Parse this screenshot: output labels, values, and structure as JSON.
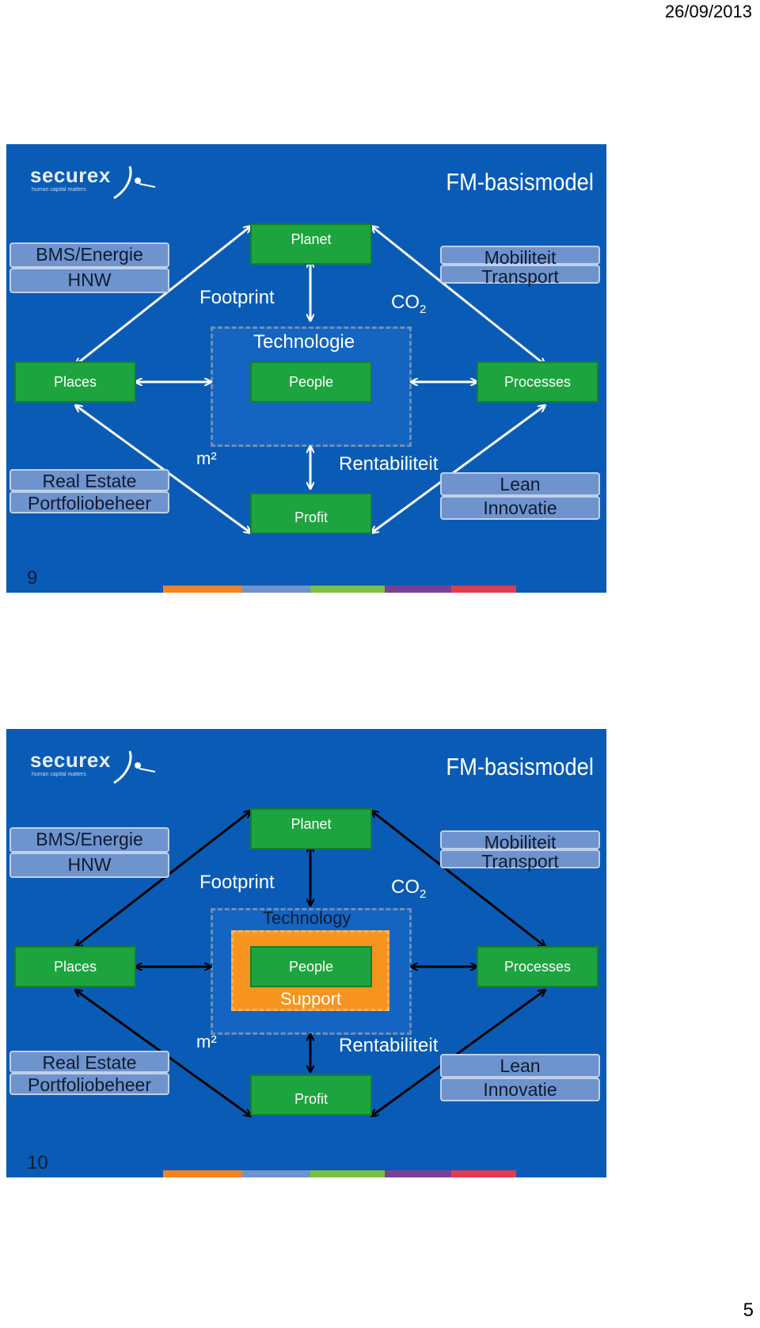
{
  "page": {
    "date": "26/09/2013",
    "number": "5"
  },
  "colors": {
    "slide_bg": "#0a5bb5",
    "node_green": "#1ea43e",
    "tag_blue": "#6f93cd",
    "zone_blue": "#1464c2",
    "support_orange": "#f7941d",
    "arrow_white": "#ffffff",
    "arrow_black": "#000000"
  },
  "slides": [
    {
      "logo": {
        "name": "securex",
        "tagline": "human capital matters"
      },
      "title": "FM-basismodel",
      "nodes": {
        "planet": "Planet",
        "places": "Places",
        "people": "People",
        "processes": "Processes",
        "profit": "Profit"
      },
      "tags": {
        "top_left": [
          "BMS/Energie",
          "HNW"
        ],
        "top_right": [
          "Mobiliteit",
          "Transport"
        ],
        "bottom_left": [
          "Real Estate",
          "Portfoliobeheer"
        ],
        "bottom_right": [
          "Lean",
          "Innovatie"
        ]
      },
      "labels": {
        "footprint": "Footprint",
        "co2": "CO",
        "co2_sub": "2",
        "zone": "Technologie",
        "m2": "m²",
        "rentabiliteit": "Rentabiliteit"
      },
      "slide_number": "9"
    },
    {
      "logo": {
        "name": "securex",
        "tagline": "human capital matters"
      },
      "title": "FM-basismodel",
      "nodes": {
        "planet": "Planet",
        "places": "Places",
        "people": "People",
        "processes": "Processes",
        "profit": "Profit"
      },
      "tags": {
        "top_left": [
          "BMS/Energie",
          "HNW"
        ],
        "top_right": [
          "Mobiliteit",
          "Transport"
        ],
        "bottom_left": [
          "Real Estate",
          "Portfoliobeheer"
        ],
        "bottom_right": [
          "Lean",
          "Innovatie"
        ]
      },
      "labels": {
        "footprint": "Footprint",
        "co2": "CO",
        "co2_sub": "2",
        "zone": "Technology",
        "support": "Support",
        "m2": "m²",
        "rentabiliteit": "Rentabiliteit"
      },
      "slide_number": "10"
    }
  ],
  "color_strip": [
    "#0a5bb5",
    "#f58220",
    "#6f93cd",
    "#7ac143",
    "#7b3f98",
    "#e03c4f"
  ]
}
